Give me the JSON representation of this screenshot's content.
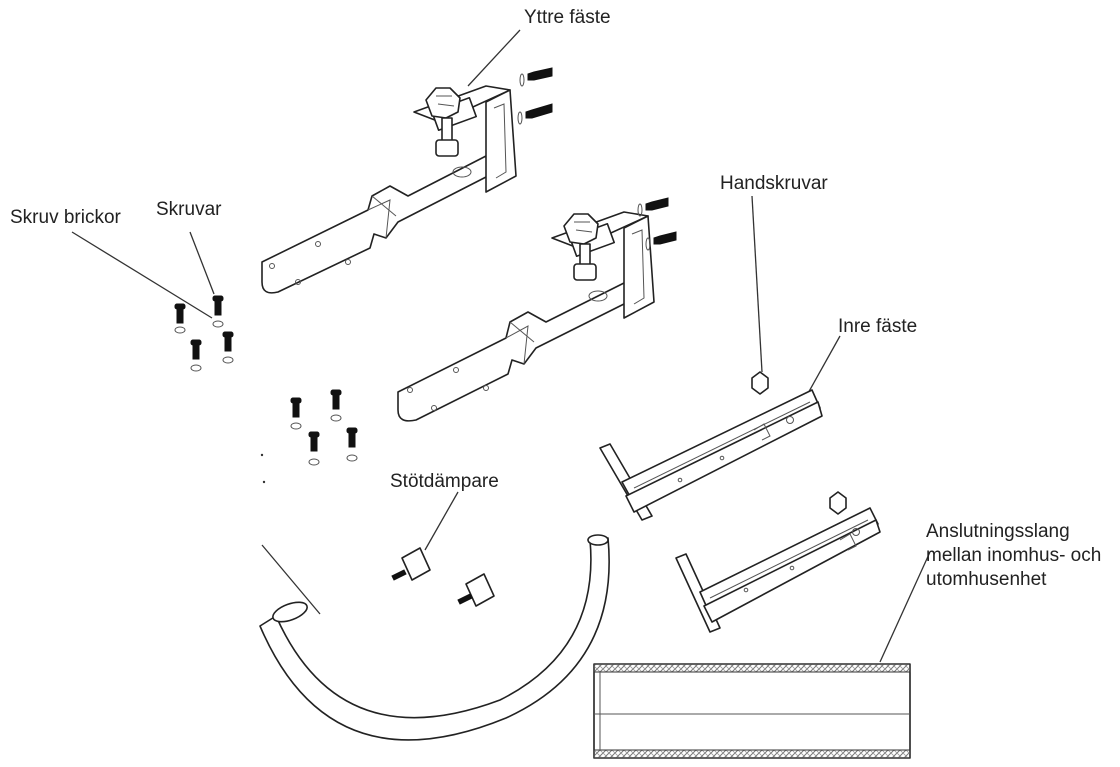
{
  "labels": {
    "outer_bracket": "Yttre fäste",
    "hand_screws": "Handskruvar",
    "screw_washers": "Skruv brickor",
    "screws": "Skruvar",
    "inner_bracket": "Inre fäste",
    "shock_absorber": "Stötdämpare",
    "hose_line1": "Anslutningsslang",
    "hose_line2": "mellan inomhus- och",
    "hose_line3": "utomhusenhet"
  },
  "colors": {
    "line": "#222222",
    "background": "#ffffff",
    "hatch": "#777777"
  }
}
